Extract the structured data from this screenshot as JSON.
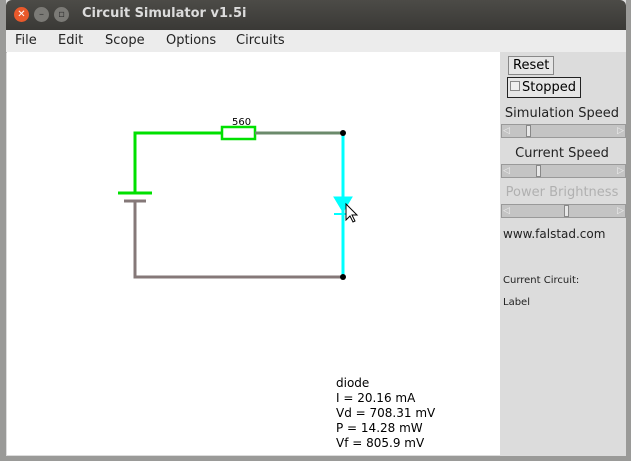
{
  "window": {
    "title": "Circuit Simulator v1.5i"
  },
  "menu": [
    "File",
    "Edit",
    "Scope",
    "Options",
    "Circuits"
  ],
  "circuit": {
    "resistor_label": "560",
    "wire_green": "#00e000",
    "wire_gray": "#7f7f7f",
    "diode_color": "#00ffff"
  },
  "panel": {
    "reset": "Reset",
    "stopped": "Stopped",
    "sim_speed": "Simulation Speed",
    "current_speed": "Current Speed",
    "power_brightness": "Power Brightness",
    "site": "www.falstad.com",
    "current_circuit": "Current Circuit:",
    "label": "Label",
    "sim_speed_value": 0.15,
    "current_speed_value": 0.22,
    "power_brightness_value": 0.55
  },
  "info": [
    "diode",
    "I = 20.16 mA",
    "Vd = 708.31 mV",
    "P = 14.28 mW",
    "Vf = 805.9 mV"
  ]
}
